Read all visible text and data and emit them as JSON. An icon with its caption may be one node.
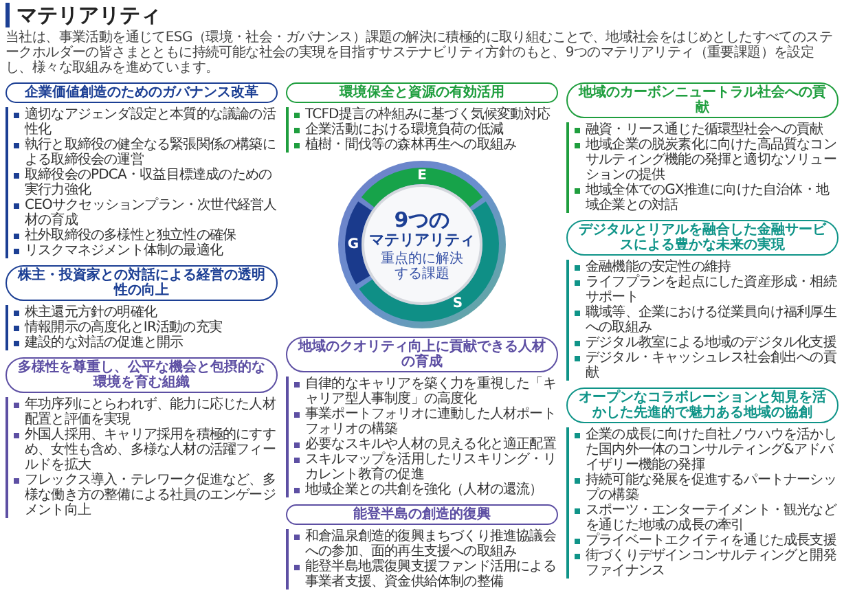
{
  "diagram": {
    "title": "マテリアリティ",
    "nodes": [
      {
        "text": [
          "環境保全と資源の有効活用"
        ],
        "beside": [
          "TCFD提言の枠組みに基づく気候変動対応",
          "企業活動における環境負荷の低減",
          "植樹・間伐等の森林再生への取組み"
        ]
      },
      {
        "text": [
          "地域のカーボンニュートラル社会への貢献"
        ],
        "beside": [
          "融資・リース通じた循環型社会への貢献",
          "地域企業の脱炭素化に向けた高品質なコンサルティング機能の発揮と適切なソリューションの提供",
          "地域全体でのGX推進に向けた自治体・地域企業との対話"
        ]
      },
      {
        "text": [
          "企業価値創造のためのガバナンス改革"
        ],
        "beside": [
          "適切なアジェンダ設定と本質的な議論の活性化",
          "執行と取締役の健全なる緊張関係の構築による取締役会の運営",
          "取締役会のPDCA・収益目標達成のための実行力強化",
          "CEOサクセッションプラン・次世代経営人材の育成",
          "社外取締役の多様性と独立性の確保",
          "リスクマネジメント体制の最適化"
        ]
      },
      {
        "text": [
          "デジタルとリアルを融合した金融サービスによる豊かな未来の実現"
        ],
        "beside": [
          "金融機能の安定性の維持",
          "ライフプランを起点にした資産形成・相続サポート",
          "職域等、企業における従業員向け福利厚生への取組み",
          "デジタル教室による地域のデジタル化支援",
          "デジタル・キャッシュレス社会創出への貢献"
        ]
      },
      {
        "text": [
          "9つの",
          "マテリアリティ",
          "重点的に解決する課題"
        ]
      },
      {
        "text": [
          "株主・投資家との対話による経営の透明性の向上"
        ],
        "beside": [
          "株主還元方針の明確化",
          "情報開示の高度化とIR活動の充実",
          "建設的な対話の促進と開示"
        ]
      },
      {
        "text": [
          "オープンなコラボレーションと知見を活かした先進的で魅力ある地域の協創"
        ],
        "beside": [
          "企業の成長に向けた自社ノウハウを活かした国内外一体のコンサルティング&アドバイザリー機能の発揮",
          "持続可能な発展を促進するパートナーシップの構築",
          "スポーツ・エンターテイメント・観光などを通じた地域の成長の牽引",
          "プライベートエクイティを通じた成長支援",
          "街づくりデザインコンサルティングと開発ファイナンス"
        ]
      },
      {
        "text": [
          "多様性を尊重し、公平な機会と包摂的な環境を育む組織"
        ],
        "beside": [
          "年功序列にとらわれず、能力に応じた人材配置と評価を実現",
          "外国人採用、キャリア採用を積極的にすすめ、女性も含め、多様な人材の活躍フィールドを拡大",
          "フレックス導入・テレワーク促進など、多様な働き方の整備による社員のエンゲージメント向上"
        ]
      },
      {
        "text": [
          "能登半島の創造的復興"
        ],
        "beside": [
          "和倉温泉創造的復興まちづくり推進協議会への参加、面的再生支援への取組み",
          "能登半島地震復興支援ファンド活用による事業者支援、資金供給体制の整備"
        ]
      },
      {
        "text": [
          "地域のクオリティ向上に貢献できる人材の育成"
        ],
        "beside": [
          "自律的なキャリアを築く力を重視した「キャリア型人事制度」の高度化",
          "事業ポートフォリオに連動した人材ポートフォリオの構築",
          "必要なスキルや人材の見える化と適正配置",
          "スキルマップを活用したリスキリング・リカレント教育の促進",
          "地域企業との共創を強化（人材の還流）"
        ]
      }
    ],
    "labels": [
      "当社は、事業活動を通じてESG（環境・社会・ガバナンス）課題の解決に積極的に取り組むことで、地域社会をはじめとしたすべてのステークホルダーの皆さまとともに持続可能な社会の実現を目指すサステナビリティ方針のもと、9つのマテリアリティ（重要課題）を設定し、様々な取組みを進めています。",
      "E",
      "G",
      "S"
    ]
  }
}
